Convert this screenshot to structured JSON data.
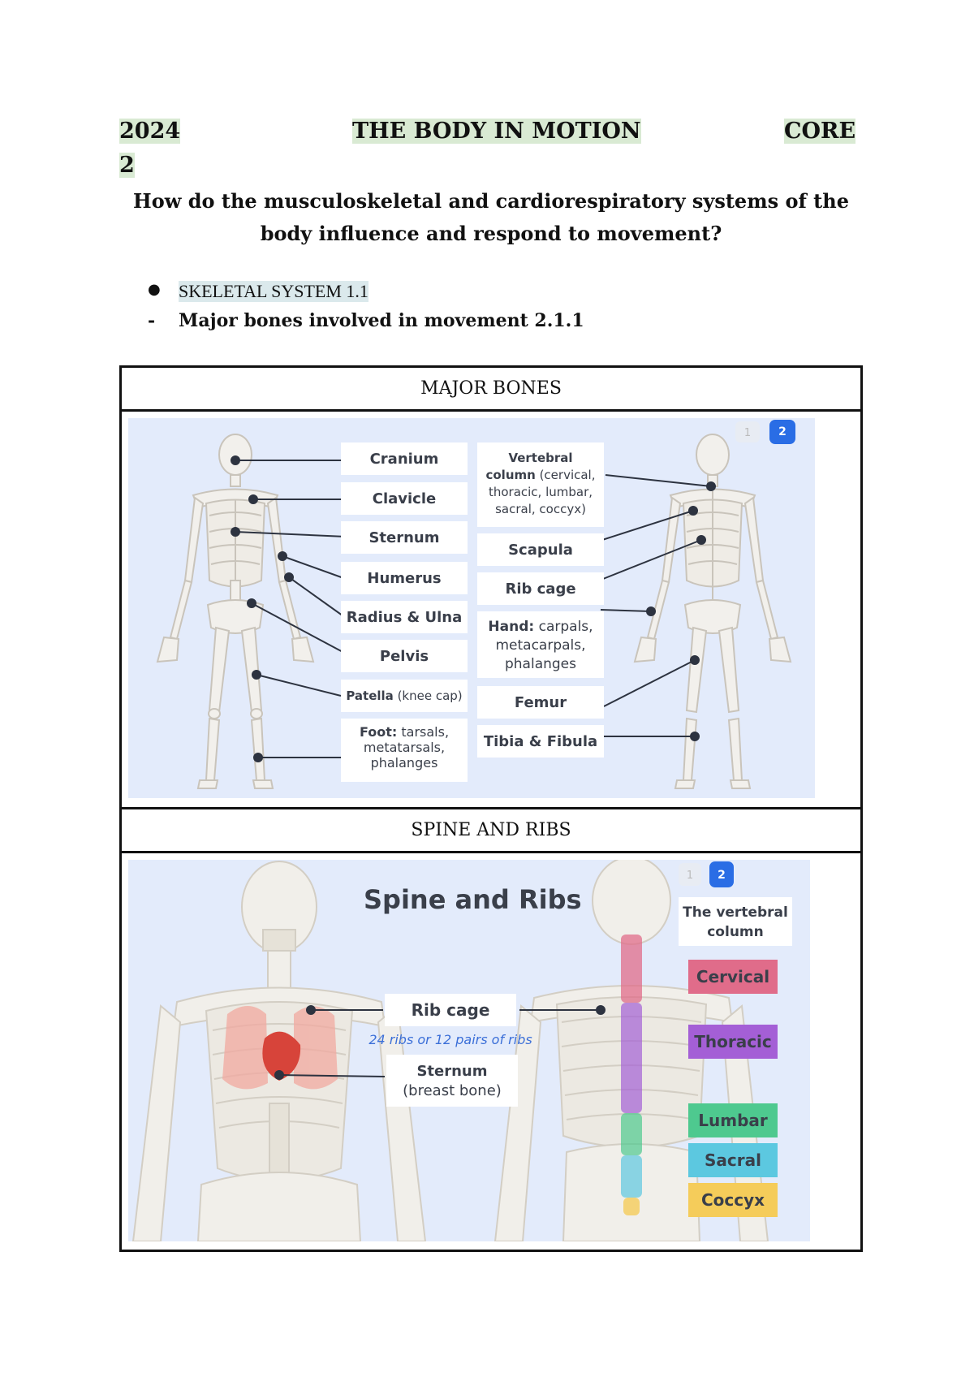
{
  "header": {
    "year": "2024",
    "title": "THE BODY IN MOTION",
    "core": "CORE",
    "core_number": "2"
  },
  "question": "How do the musculoskeletal and cardiorespiratory systems of the body influence and respond to movement?",
  "bullet": {
    "symbol": "●",
    "text": "SKELETAL SYSTEM 1.1"
  },
  "dash_item": {
    "symbol": "-",
    "text": "Major bones involved in movement 2.1.1"
  },
  "table": {
    "major_bones": {
      "heading": "MAJOR BONES",
      "page_badges": [
        "1",
        "2"
      ],
      "labels_left": [
        "Cranium",
        "Clavicle",
        "Sternum",
        "Humerus",
        "Radius & Ulna",
        "Pelvis"
      ],
      "patella": {
        "bold": "Patella",
        "rest": " (knee cap)"
      },
      "foot": {
        "bold": "Foot:",
        "lines": [
          " tarsals,",
          "metatarsals,",
          "phalanges"
        ]
      },
      "vertebral": {
        "line1": "Vertebral",
        "bold2": "column",
        "rest2": " (cervical,",
        "line3": "thoracic, lumbar,",
        "line4": "sacral, coccyx)"
      },
      "labels_right": [
        "Scapula",
        "Rib cage"
      ],
      "hand": {
        "bold": "Hand:",
        "lines": [
          " carpals,",
          "metacarpals,",
          "phalanges"
        ]
      },
      "labels_right_lower": [
        "Femur",
        "Tibia & Fibula"
      ]
    },
    "spine_ribs": {
      "heading": "SPINE AND RIBS",
      "page_badges": [
        "1",
        "2"
      ],
      "image_title": "Spine and Ribs",
      "rib_cage": "Rib cage",
      "rib_note": "24 ribs or 12 pairs of ribs",
      "sternum": "Sternum",
      "sternum_note": "(breast bone)",
      "vertebral_title": [
        "The vertebral",
        "column"
      ],
      "regions": [
        {
          "name": "Cervical",
          "color": "#e06c8a"
        },
        {
          "name": "Thoracic",
          "color": "#a45fd6"
        },
        {
          "name": "Lumbar",
          "color": "#4ec98f"
        },
        {
          "name": "Sacral",
          "color": "#5cc8e0"
        },
        {
          "name": "Coccyx",
          "color": "#f5cc5a"
        }
      ]
    }
  },
  "colors": {
    "header_highlight": "#d9ead3",
    "bullet_highlight": "#dbe9ec",
    "figure_bg": "#e3ebfb",
    "badge_active": "#2a6de5"
  }
}
